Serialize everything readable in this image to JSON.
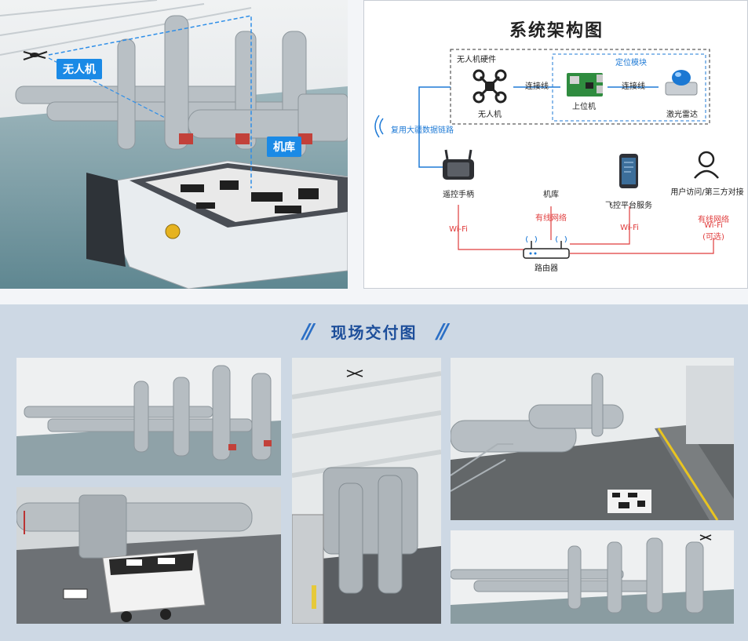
{
  "hero": {
    "drone_label": "无人机",
    "hangar_label": "机库"
  },
  "architecture": {
    "title": "系统架构图",
    "hardware_group": "无人机硬件",
    "positioning_group": "定位模块",
    "drone": "无人机",
    "connection_1": "连接线",
    "host_computer": "上位机",
    "connection_2": "连接线",
    "lidar": "激光雷达",
    "data_link": "复用大疆数据链路",
    "remote_controller": "遥控手柄",
    "hangar": "机库",
    "flight_platform": "飞控平台服务",
    "user_access": "用户访问/第三方对接",
    "wired_network": "有线网络",
    "wifi_left": "Wi-Fi",
    "wifi_right": "Wi-Fi",
    "wired_wifi_optional": [
      "有线网络",
      "Wi-Fi",
      "(可选)"
    ],
    "router": "路由器",
    "colors": {
      "blue": "#1e7ad6",
      "red": "#e03c3c",
      "dark": "#333333"
    }
  },
  "delivery": {
    "title": "现场交付图",
    "slashes_left": "//",
    "slashes_right": "//"
  }
}
